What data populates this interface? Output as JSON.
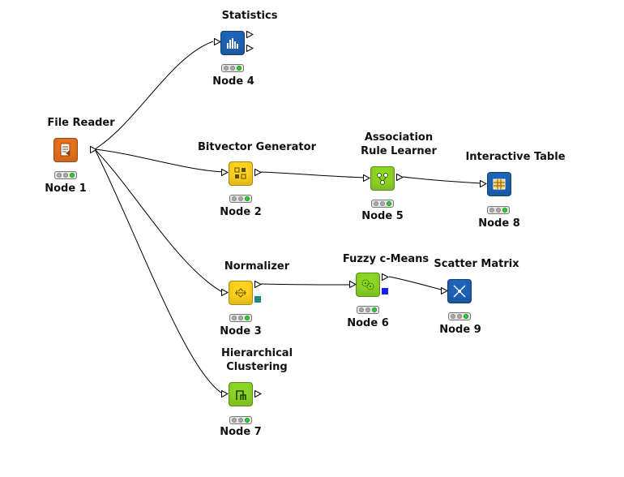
{
  "nodes": [
    {
      "id": "file-reader",
      "title": "File Reader",
      "label": "Node 1",
      "icon": "file-reader-icon",
      "color": "#e8721c"
    },
    {
      "id": "statistics",
      "title": "Statistics",
      "label": "Node 4",
      "icon": "statistics-icon",
      "color": "#1f63b6"
    },
    {
      "id": "bitvector-generator",
      "title": "Bitvector Generator",
      "label": "Node 2",
      "icon": "bitvector-icon",
      "color": "#ffd21f"
    },
    {
      "id": "association-rule-learner",
      "title_lines": [
        "Association",
        "Rule Learner"
      ],
      "label": "Node 5",
      "icon": "association-rule-icon",
      "color": "#8dd626"
    },
    {
      "id": "interactive-table",
      "title": "Interactive Table",
      "label": "Node 8",
      "icon": "table-icon",
      "color": "#1f63b6"
    },
    {
      "id": "normalizer",
      "title": "Normalizer",
      "label": "Node 3",
      "icon": "normalizer-icon",
      "color": "#ffd21f"
    },
    {
      "id": "fuzzy-c-means",
      "title": "Fuzzy c-Means",
      "label": "Node 6",
      "icon": "fuzzy-cluster-icon",
      "color": "#8dd626"
    },
    {
      "id": "scatter-matrix",
      "title": "Scatter Matrix",
      "label": "Node 9",
      "icon": "scatter-matrix-icon",
      "color": "#1f63b6"
    },
    {
      "id": "hierarchical-clustering",
      "title_lines": [
        "Hierarchical",
        "Clustering"
      ],
      "label": "Node 7",
      "icon": "dendrogram-icon",
      "color": "#8dd626"
    }
  ],
  "status_colors": {
    "off": "#a9a9a9",
    "ready": "#2fd12f"
  },
  "connections": [
    {
      "from": "Node 1",
      "to": "Node 4"
    },
    {
      "from": "Node 1",
      "to": "Node 2"
    },
    {
      "from": "Node 1",
      "to": "Node 3"
    },
    {
      "from": "Node 1",
      "to": "Node 7"
    },
    {
      "from": "Node 2",
      "to": "Node 5"
    },
    {
      "from": "Node 5",
      "to": "Node 8"
    },
    {
      "from": "Node 3",
      "to": "Node 6"
    },
    {
      "from": "Node 6",
      "to": "Node 9"
    }
  ]
}
